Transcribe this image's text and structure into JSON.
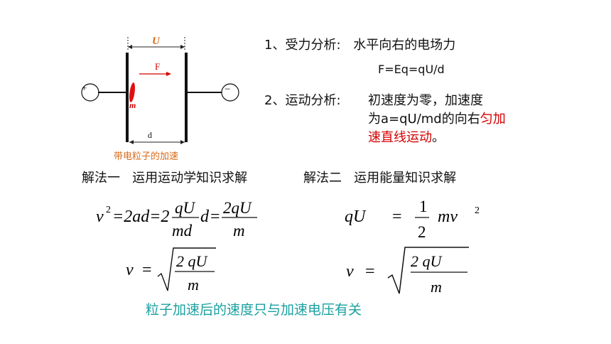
{
  "diagram": {
    "voltage_label": "U",
    "force_label": "F",
    "mass_label": "m",
    "distance_label": "d",
    "plus_sign": "+",
    "minus_sign": "−",
    "caption": "带电粒子的加速"
  },
  "analysis": {
    "line1_label": "1、受力分析:",
    "line1_text": "水平向右的电场力",
    "force_formula": "F=Eq=qU/d",
    "line2_label": "2、运动分析:",
    "line2_text_a": "初速度为零，加速度",
    "line2_text_b_prefix": "为a=qU/md的向右",
    "line2_text_b_red": "匀加",
    "line2_text_c_red": "速直线运动",
    "line2_text_c_suffix": "。"
  },
  "methods": {
    "method1": "解法一   运用运动学知识求解",
    "method2": "解法二   运用能量知识求解"
  },
  "formulas": {
    "v_var": "v",
    "exp2": "2",
    "eq1_mid": "=2ad=2",
    "eq1_num": "qU",
    "eq1_den": "md",
    "eq1_d": "d",
    "eq1_eq": "=",
    "eq1_num2": "2qU",
    "eq1_den2": "m",
    "eq2_lhs": "qU",
    "eq2_eq": "=",
    "eq2_num": "1",
    "eq2_den": "2",
    "eq2_mv": "mv",
    "eq2_exp": "2",
    "sqrt_eq": "=",
    "sqrt_num": "2 qU",
    "sqrt_den": "m"
  },
  "conclusion": "粒子加速后的速度只与加速电压有关"
}
